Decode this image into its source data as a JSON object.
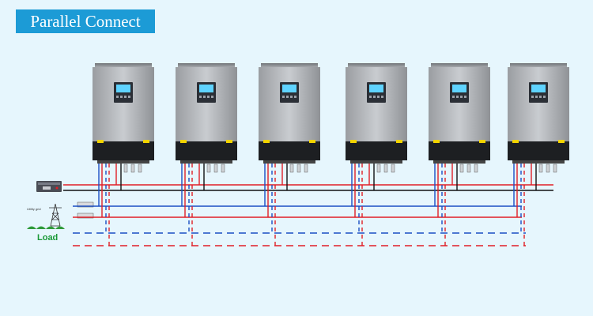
{
  "title": "Parallel Connect",
  "load_label": "Load",
  "utility_label": "Utility grid",
  "inverter_count": 6,
  "colors": {
    "background": "#e6f6fd",
    "title_bg": "#1c9bd6",
    "title_text": "#ffffff",
    "wire_red": "#e01f26",
    "wire_blue": "#1a4fc4",
    "wire_black": "#111111",
    "load_text": "#1a9a38"
  },
  "icons": [
    "inverter",
    "battery",
    "utility-tower",
    "breaker"
  ]
}
